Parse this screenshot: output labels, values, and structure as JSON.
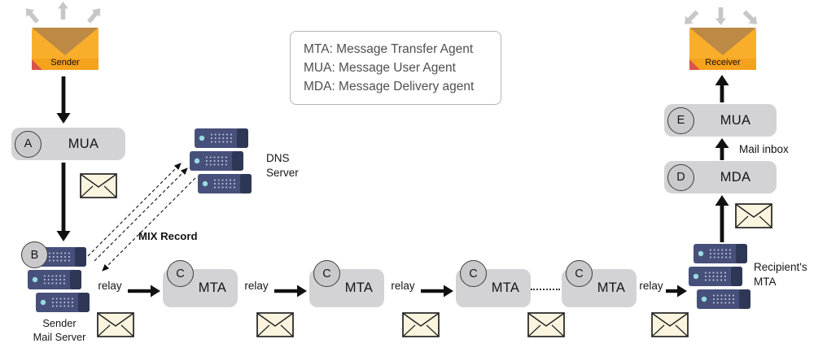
{
  "legend": {
    "lines": [
      "MTA: Message Transfer Agent",
      "MUA: Message User Agent",
      "MDA: Message Delivery agent"
    ]
  },
  "endpoints": {
    "sender_label": "Sender",
    "receiver_label": "Receiver"
  },
  "left_column": {
    "mua_box": {
      "badge": "A",
      "label": "MUA"
    },
    "mail_server": {
      "badge": "B",
      "label": "Sender\nMail Server"
    }
  },
  "dns": {
    "label": "DNS\nServer",
    "annotation": "MIX Record"
  },
  "relay_chain": {
    "relay_labels": [
      "relay",
      "relay",
      "relay",
      "relay"
    ],
    "mta_boxes": [
      {
        "badge": "C",
        "label": "MTA"
      },
      {
        "badge": "C",
        "label": "MTA"
      },
      {
        "badge": "C",
        "label": "MTA"
      },
      {
        "badge": "C",
        "label": "MTA"
      }
    ],
    "recipient_server": {
      "label": "Recipient's\nMTA"
    }
  },
  "right_column": {
    "mda_box": {
      "badge": "D",
      "label": "MDA"
    },
    "mua_box": {
      "badge": "E",
      "label": "MUA"
    },
    "mail_inbox_annotation": "Mail inbox"
  },
  "icons": {
    "message-envelope-icon": "sealed cream envelope",
    "mailbox-envelope-icon": "orange envelope with red corner flag",
    "server-rack-icon": "stacked navy server units with indicator lights",
    "outgoing-mail-arrows-icon": "three gray arrows fanning up/outward",
    "incoming-mail-arrows-icon": "three gray arrows fanning down/outward",
    "relay-arrow-icon": "solid black arrow",
    "dns-lookup-arrows-icon": "dashed bidirectional arrows"
  },
  "colors": {
    "box_gray": "#d3d3d5",
    "badge_gray": "#c9c9cb",
    "server_navy": "#46507a",
    "server_panel": "#2e3756",
    "server_light": "#9adbe0",
    "envelope_orange": "#f9ae2b",
    "envelope_flap_tan": "#bd8a45",
    "envelope_cream": "#fbf5df",
    "accent_red": "#d9534a",
    "arrow_black": "#111111",
    "fan_arrow_gray": "#c7c7c7",
    "legend_border": "#b5b5b5"
  }
}
